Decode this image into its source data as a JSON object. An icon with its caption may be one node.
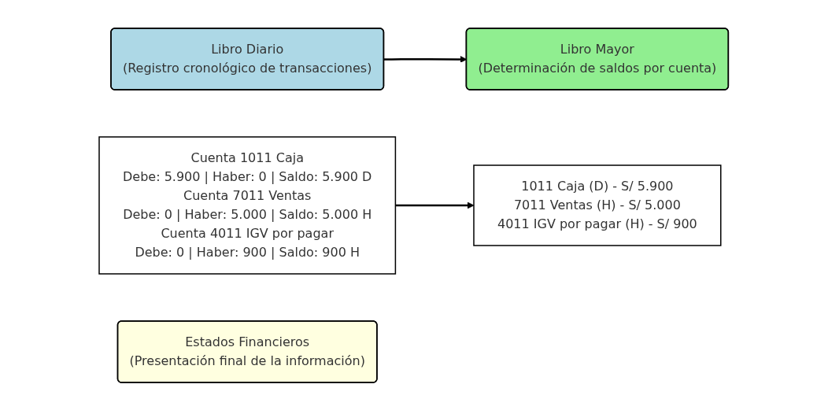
{
  "diagram": {
    "nodes": [
      {
        "text": [
          "Libro Diario",
          "(Registro cronológico de transacciones)"
        ]
      },
      {
        "text": [
          "1011 Caja (D) - S/ 5.900",
          "7011 Ventas (H) - S/ 5.000",
          "4011 IGV por pagar (H) - S/ 900"
        ]
      },
      {
        "text": [
          "Libro Mayor",
          "(Determinación de saldos por cuenta)"
        ]
      },
      {
        "text": [
          "Cuenta 1011 Caja",
          "Debe: 5.900 | Haber: 0 | Saldo: 5.900 D",
          "Cuenta 7011 Ventas",
          "Debe: 0 | Haber: 5.000 | Saldo: 5.000 H",
          "Cuenta 4011 IGV por pagar",
          "Debe: 0 | Haber: 900 | Saldo: 900 H"
        ]
      },
      {
        "text": [
          "Estados Financieros",
          "(Presentación final de la información)"
        ]
      }
    ],
    "edges": [
      {
        "from": 0,
        "to": 2,
        "arrow": "to"
      },
      {
        "from": 3,
        "to": 1,
        "arrow": "to"
      }
    ]
  }
}
